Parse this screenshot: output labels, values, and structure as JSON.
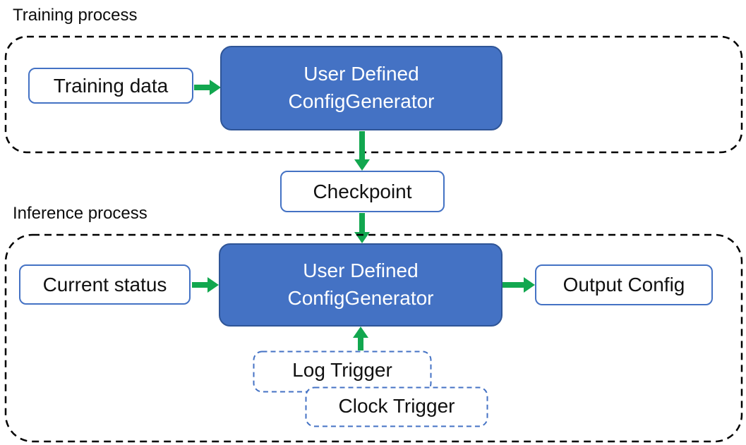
{
  "labels": {
    "training_section": "Training process",
    "inference_section": "Inference process"
  },
  "training": {
    "input_box": "Training data",
    "generator": {
      "line1": "User Defined",
      "line2": "ConfigGenerator"
    }
  },
  "checkpoint": "Checkpoint",
  "inference": {
    "input_box": "Current status",
    "generator": {
      "line1": "User Defined",
      "line2": "ConfigGenerator"
    },
    "output_box": "Output Config",
    "triggers": {
      "log": "Log Trigger",
      "clock": "Clock Trigger"
    }
  },
  "colors": {
    "generator_fill": "#4472C4",
    "generator_border": "#2F5597",
    "io_box_border": "#4472C4",
    "trigger_border": "#4472C4",
    "container_dash": "#000000",
    "arrow_green": "#12A74F",
    "text_dark": "#111111",
    "text_light": "#FFFFFF"
  }
}
